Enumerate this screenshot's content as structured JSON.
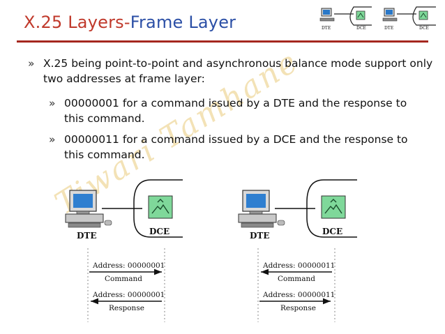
{
  "slide": {
    "title_part1": "X.25 Layers-",
    "title_part2": "Frame Layer",
    "bullet_marker": "»",
    "bullets": [
      "X.25 being point-to-point and asynchronous balance mode support only two addresses at frame layer:"
    ],
    "sub_bullets": [
      "00000001 for a command issued by a DTE and the response to this command.",
      "00000011 for a command issued by a DCE and the response to this command."
    ],
    "watermark": "Tiwari Tamhane"
  },
  "header_icons": {
    "dte_label": "DTE",
    "dce_label": "DCE"
  },
  "diagrams": [
    {
      "dte_label": "DTE",
      "dce_label": "DCE",
      "top_address": "Address: 00000001",
      "top_frame": "Command",
      "bottom_address": "Address: 00000001",
      "bottom_frame": "Response"
    },
    {
      "dte_label": "DTE",
      "dce_label": "DCE",
      "top_address": "Address: 00000011",
      "top_frame": "Command",
      "bottom_address": "Address: 00000011",
      "bottom_frame": "Response"
    }
  ],
  "colors": {
    "title_red": "#c0392b",
    "title_blue": "#2b4fa6",
    "rule": "#a5281f",
    "dce_green": "#7fd89a"
  }
}
